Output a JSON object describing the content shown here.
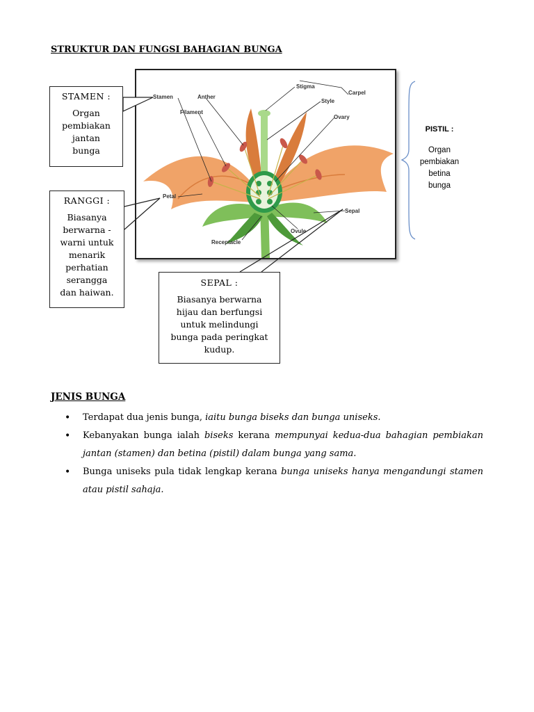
{
  "page": {
    "title": "STRUKTUR DAN FUNGSI BAHAGIAN BUNGA"
  },
  "diagram": {
    "labels": {
      "stamen": "Stamen",
      "anther": "Anther",
      "filament": "Filament",
      "stigma": "Stigma",
      "carpel": "Carpel",
      "style": "Style",
      "ovary": "Ovary",
      "petal": "Petal",
      "sepal": "Sepal",
      "ovule": "Ovule",
      "receptacle": "Receptacle"
    },
    "colors": {
      "petal": "#f0a368",
      "petal_dark": "#d97c3c",
      "leaf": "#7fbf5a",
      "leaf_dark": "#4e9a3a",
      "pistil": "#a9d98a",
      "ovary": "#2f9a4a",
      "anther": "#c9584a"
    }
  },
  "callouts": {
    "stamen": {
      "head": "STAMEN :",
      "lines": [
        "Organ",
        "pembiakan",
        "jantan",
        "bunga"
      ]
    },
    "ranggi": {
      "head": "RANGGI :",
      "lines": [
        "Biasanya",
        "berwarna -",
        "warni untuk",
        "menarik",
        "perhatian",
        "serangga",
        "dan haiwan."
      ]
    },
    "sepal": {
      "head": "SEPAL :",
      "lines": [
        "Biasanya berwarna",
        "hijau dan berfungsi",
        "untuk melindungi",
        "bunga pada peringkat",
        "kudup."
      ]
    },
    "pistil": {
      "head": "PISTIL :",
      "lines": [
        "Organ",
        "pembiakan",
        "betina",
        "bunga"
      ]
    }
  },
  "section": {
    "title": "JENIS BUNGA",
    "bullets": [
      {
        "normal1": "Terdapat dua jenis bunga, ",
        "italic1": "iaitu bunga biseks dan bunga uniseks."
      },
      {
        "normal1": "Kebanyakan bunga ialah ",
        "italic1": "biseks",
        "normal2": " kerana ",
        "italic2": "mempunyai kedua-dua bahagian pembiakan jantan (stamen) dan betina (pistil) dalam bunga yang sama."
      },
      {
        "normal1": "Bunga uniseks pula tidak lengkap kerana ",
        "italic1": "bunga uniseks hanya mengandungi stamen atau pistil sahaja."
      }
    ]
  }
}
